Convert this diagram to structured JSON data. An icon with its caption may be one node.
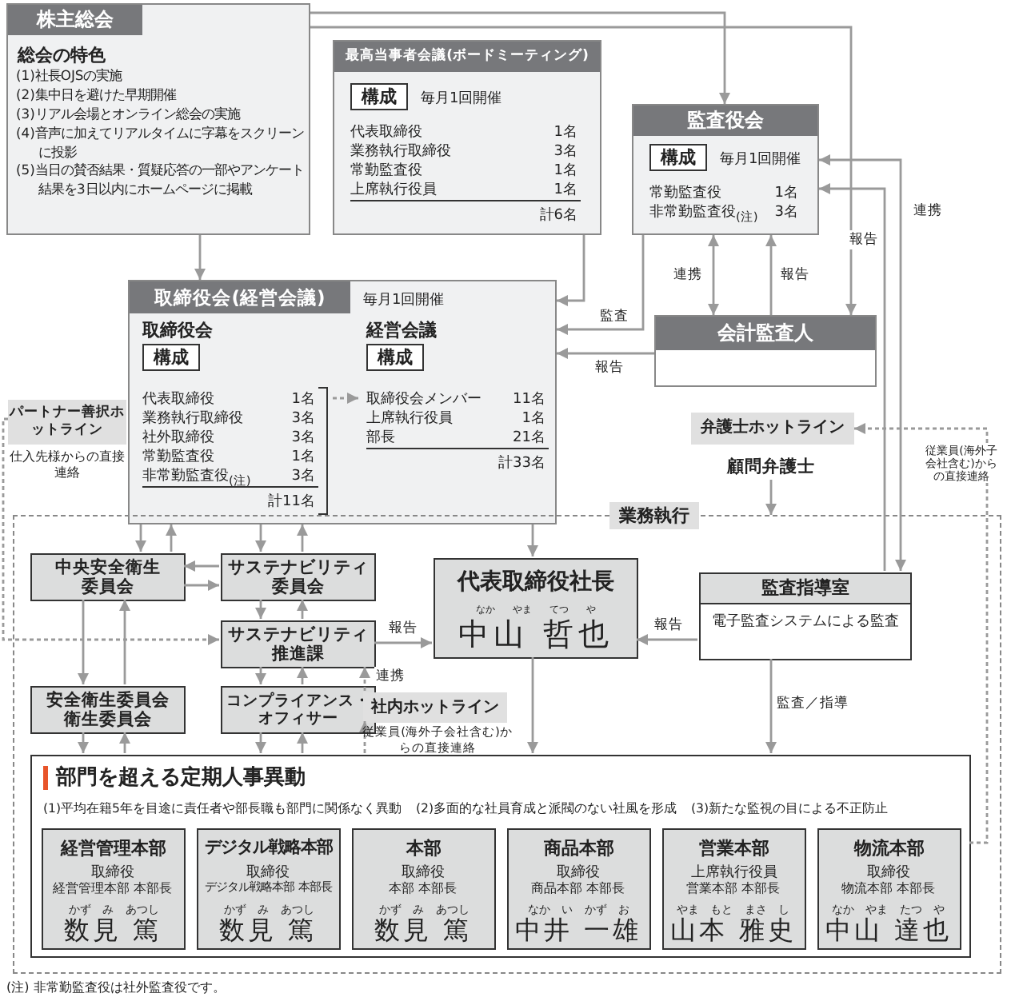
{
  "diagram": {
    "nodes": [
      {
        "text": [
          "株主総会",
          "総会の特色",
          "(1)社長OJSの実施",
          "(2)集中日を避けた早期開催",
          "(3)リアル会場とオンライン総会の実施",
          "(4)音声に加えてリアルタイムに字幕をスクリーンに投影",
          "(5)当日の賛否結果・質疑応答の一部やアンケート結果を3日以内にホームページに掲載"
        ]
      },
      {
        "text": [
          "最高当事者会議(ボードミーティング)",
          "構成",
          "毎月1回開催",
          "代表取締役",
          "1名",
          "業務執行取締役",
          "3名",
          "常勤監査役",
          "1名",
          "上席執行役員",
          "1名",
          "計6名"
        ]
      },
      {
        "text": [
          "監査役会",
          "構成",
          "毎月1回開催",
          "常勤監査役",
          "1名",
          "非常勤監査役$_{(注)}$",
          "3名"
        ]
      },
      {
        "text": [
          "取締役会(経営会議)",
          "毎月1回開催"
        ]
      },
      {
        "text": [
          "取締役会",
          "構成",
          "代表取締役",
          "1名",
          "業務執行取締役",
          "3名",
          "社外取締役",
          "3名",
          "常勤監査役",
          "1名",
          "非常勤監査役$_{(注)}$",
          "3名",
          "計11名"
        ],
        "in": 3
      },
      {
        "text": [
          "経営会議",
          "構成",
          "取締役会メンバー",
          "11名",
          "上席執行役員",
          "1名",
          "部長",
          "21名",
          "計33名"
        ],
        "in": 3
      },
      {
        "text": [
          "会計監査人"
        ]
      },
      {
        "text": [
          "パートナー善択ホットライン"
        ],
        "beside": [
          "仕入先様からの直接連絡"
        ]
      },
      {
        "text": [
          "弁護士ホットライン"
        ]
      },
      {
        "text": [
          "顧問弁護士"
        ]
      },
      {
        "text": [
          "業務執行"
        ]
      },
      {
        "text": [
          "中央安全衛生委員会"
        ],
        "in": 10
      },
      {
        "text": [
          "サステナビリティ委員会"
        ],
        "in": 10
      },
      {
        "text": [
          "サステナビリティ推進課"
        ],
        "in": 10
      },
      {
        "text": [
          "代表取締役社長",
          "なか やま てつ や",
          "中山 哲也"
        ],
        "in": 10
      },
      {
        "text": [
          "監査指導室",
          "電子監査システムによる監査"
        ],
        "in": 10
      },
      {
        "text": [
          "安全衛生委員会",
          "衛生委員会"
        ],
        "in": 10
      },
      {
        "text": [
          "コンプライアンス・オフィサー"
        ],
        "in": 10
      },
      {
        "text": [
          "社内ホットライン"
        ],
        "beside": [
          "従業員(海外子会社含む)からの直接連絡"
        ],
        "in": 10
      },
      {
        "text": [
          "部門を超える定期人事異動",
          "(1)平均在籍5年を目途に責任者や部長職も部門に関係なく異動",
          "(2)多面的な社員育成と派閥のない社風を形成",
          "(3)新たな監視の目による不正防止"
        ],
        "in": 10
      },
      {
        "text": [
          "経営管理本部",
          "取締役",
          "経営管理本部 本部長",
          "かず み あつし",
          "数見 篤"
        ],
        "in": 19
      },
      {
        "text": [
          "デジタル戦略本部",
          "取締役",
          "デジタル戦略本部 本部長",
          "かず み あつし",
          "数見 篤"
        ],
        "in": 19
      },
      {
        "text": [
          "本部",
          "取締役",
          "本部 本部長",
          "かず み あつし",
          "数見 篤"
        ],
        "in": 19
      },
      {
        "text": [
          "商品本部",
          "取締役",
          "商品本部 本部長",
          "なか い かず お",
          "中井 一雄"
        ],
        "in": 19
      },
      {
        "text": [
          "営業本部",
          "上席執行役員",
          "営業本部 本部長",
          "やま もと まさ し",
          "山本 雅史"
        ],
        "in": 19
      },
      {
        "text": [
          "物流本部",
          "取締役",
          "物流本部 本部長",
          "なか やま たつ や",
          "中山 達也"
        ],
        "in": 19
      }
    ],
    "edges": [
      {
        "from": 0,
        "to": 3,
        "arrow": "to"
      },
      {
        "from": 0,
        "to": 2,
        "arrow": "to"
      },
      {
        "from": 0,
        "to": 6,
        "arrow": "to"
      },
      {
        "from": 1,
        "to": 3,
        "arrow": "to"
      },
      {
        "from": 2,
        "to": 3,
        "arrow": "to",
        "label": "監査"
      },
      {
        "from": 2,
        "to": 6,
        "arrow": "both",
        "label": "連携"
      },
      {
        "from": 6,
        "to": 2,
        "arrow": "to",
        "label": "報告"
      },
      {
        "from": 6,
        "to": 3,
        "arrow": "to",
        "label": "報告"
      },
      {
        "from": 2,
        "to": 15,
        "arrow": "both",
        "label": "連携"
      },
      {
        "from": 15,
        "to": 2,
        "arrow": "to",
        "label": "報告"
      },
      {
        "from": 3,
        "to": 11,
        "arrow": "to"
      },
      {
        "from": 11,
        "to": 3,
        "arrow": "to"
      },
      {
        "from": 3,
        "to": 12,
        "arrow": "to"
      },
      {
        "from": 12,
        "to": 3,
        "arrow": "to"
      },
      {
        "from": 3,
        "to": 14,
        "arrow": "to"
      },
      {
        "from": 12,
        "to": 11,
        "arrow": "to"
      },
      {
        "from": 11,
        "to": 12,
        "arrow": "to"
      },
      {
        "from": 12,
        "to": 13,
        "arrow": "to"
      },
      {
        "from": 13,
        "to": 12,
        "arrow": "to"
      },
      {
        "from": 13,
        "to": 14,
        "arrow": "to",
        "label": "報告"
      },
      {
        "from": 11,
        "to": 16,
        "arrow": "to"
      },
      {
        "from": 16,
        "to": 11,
        "arrow": "to"
      },
      {
        "from": 13,
        "to": 17,
        "arrow": "to"
      },
      {
        "from": 17,
        "to": 13,
        "arrow": "to"
      },
      {
        "from": 15,
        "to": 14,
        "arrow": "to",
        "label": "報告"
      },
      {
        "from": 16,
        "to": 19,
        "arrow": "to"
      },
      {
        "from": 19,
        "to": 16,
        "arrow": "to"
      },
      {
        "from": 17,
        "to": 19,
        "arrow": "to"
      },
      {
        "from": 19,
        "to": 17,
        "arrow": "to"
      },
      {
        "from": 14,
        "to": 19,
        "arrow": "to"
      },
      {
        "from": 15,
        "to": 19,
        "arrow": "to",
        "label": "監査／指導"
      },
      {
        "from": 18,
        "to": 13,
        "arrow": "to",
        "style": "dashed",
        "label": "連携"
      },
      {
        "from": 19,
        "to": 18,
        "arrow": "to",
        "style": "dashed"
      },
      {
        "from": 7,
        "to": 13,
        "arrow": "to",
        "style": "dashed"
      },
      {
        "from": 9,
        "to": 10,
        "arrow": "to"
      },
      {
        "from": 19,
        "to": 8,
        "arrow": "to",
        "style": "dashed",
        "label": "従業員(海外子会社含む)からの直接連絡"
      },
      {
        "from": 4,
        "to": 5,
        "arrow": "to",
        "style": "dashed"
      }
    ],
    "labels": [
      "(注) 非常勤監査役は社外監査役です。"
    ]
  }
}
